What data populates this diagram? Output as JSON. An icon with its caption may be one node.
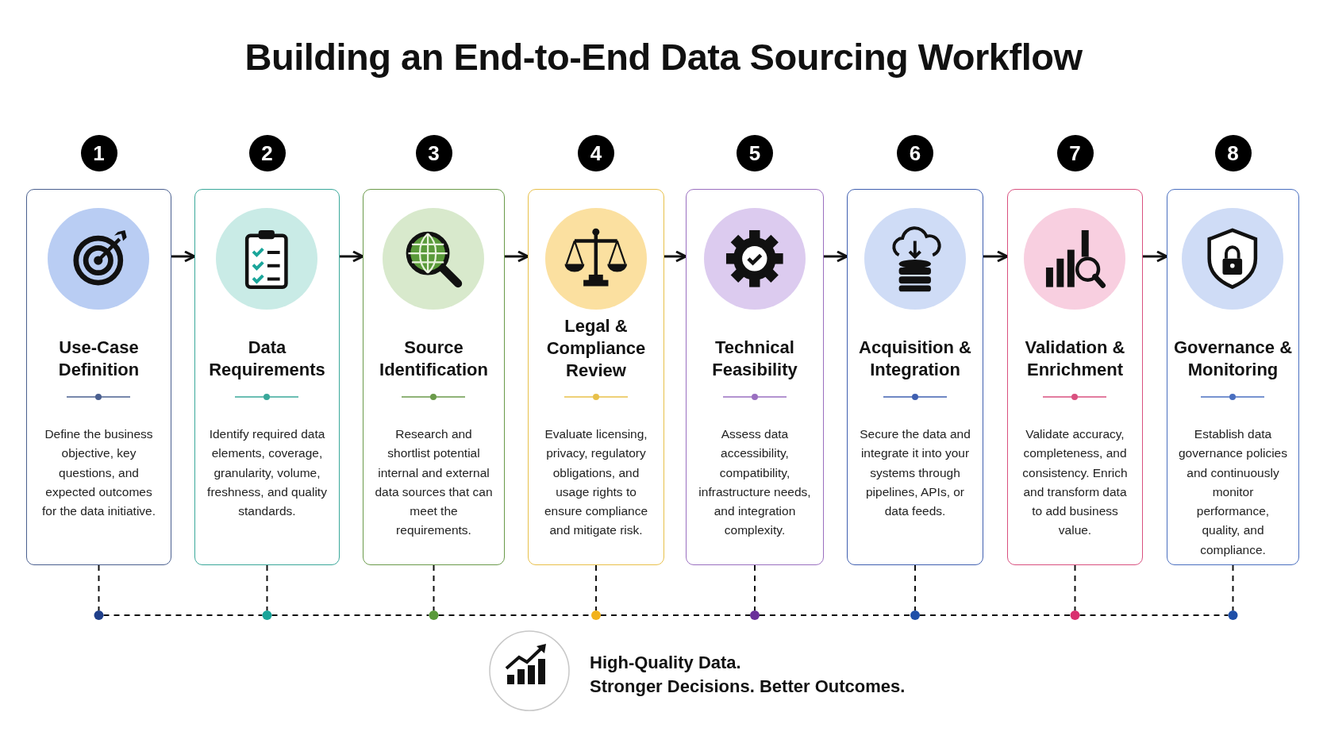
{
  "diagram": {
    "title": "Building an End-to-End Data Sourcing Workflow",
    "nodes": [
      {
        "text": [
          "Use-Case Definition",
          "Define the business objective, key questions, and expected outcomes for the data initiative."
        ],
        "beside": [
          "1"
        ]
      },
      {
        "text": [
          "Data Requirements",
          "Identify required data elements, coverage, granularity, volume, freshness, and quality standards."
        ],
        "beside": [
          "2"
        ]
      },
      {
        "text": [
          "Source Identification",
          "Research and shortlist potential internal and external data sources that can meet the requirements."
        ],
        "beside": [
          "3"
        ]
      },
      {
        "text": [
          "Legal & Compliance Review",
          "Evaluate licensing, privacy, regulatory obligations, and usage rights to ensure compliance and mitigate risk."
        ],
        "beside": [
          "4"
        ]
      },
      {
        "text": [
          "Technical Feasibility",
          "Assess data accessibility, compatibility, infrastructure needs, and integration complexity."
        ],
        "beside": [
          "5"
        ]
      },
      {
        "text": [
          "Acquisition & Integration",
          "Secure the data and integrate it into your systems through pipelines, APIs, or data feeds."
        ],
        "beside": [
          "6"
        ]
      },
      {
        "text": [
          "Validation & Enrichment",
          "Validate accuracy, completeness, and consistency. Enrich and transform data to add business value."
        ],
        "beside": [
          "7"
        ]
      },
      {
        "text": [
          "Governance & Monitoring",
          "Establish data governance policies and continuously monitor performance, quality, and compliance."
        ],
        "beside": [
          "8"
        ]
      },
      {
        "text": [],
        "shape": "circle"
      },
      {
        "text": [],
        "shape": "circle"
      },
      {
        "text": [],
        "shape": "circle"
      },
      {
        "text": [],
        "shape": "circle"
      },
      {
        "text": [],
        "shape": "circle"
      },
      {
        "text": [],
        "shape": "circle"
      },
      {
        "text": [],
        "shape": "circle"
      },
      {
        "text": [],
        "shape": "circle"
      }
    ],
    "edges": [
      {
        "from": 0,
        "to": 1,
        "arrow": "to"
      },
      {
        "from": 1,
        "to": 2,
        "arrow": "to"
      },
      {
        "from": 2,
        "to": 3,
        "arrow": "to"
      },
      {
        "from": 3,
        "to": 4,
        "arrow": "to"
      },
      {
        "from": 4,
        "to": 5,
        "arrow": "to"
      },
      {
        "from": 5,
        "to": 6,
        "arrow": "to"
      },
      {
        "from": 6,
        "to": 7,
        "arrow": "to"
      },
      {
        "from": 0,
        "to": 8,
        "arrow": "none",
        "style": "dashed"
      },
      {
        "from": 1,
        "to": 9,
        "arrow": "none",
        "style": "dashed"
      },
      {
        "from": 2,
        "to": 10,
        "arrow": "none",
        "style": "dashed"
      },
      {
        "from": 3,
        "to": 11,
        "arrow": "none",
        "style": "dashed"
      },
      {
        "from": 4,
        "to": 12,
        "arrow": "none",
        "style": "dashed"
      },
      {
        "from": 5,
        "to": 13,
        "arrow": "none",
        "style": "dashed"
      },
      {
        "from": 6,
        "to": 14,
        "arrow": "none",
        "style": "dashed"
      },
      {
        "from": 7,
        "to": 15,
        "arrow": "none",
        "style": "dashed"
      },
      {
        "from": 8,
        "to": 9,
        "arrow": "none",
        "style": "dashed"
      },
      {
        "from": 9,
        "to": 10,
        "arrow": "none",
        "style": "dashed"
      },
      {
        "from": 10,
        "to": 11,
        "arrow": "none",
        "style": "dashed"
      },
      {
        "from": 11,
        "to": 12,
        "arrow": "none",
        "style": "dashed"
      },
      {
        "from": 12,
        "to": 13,
        "arrow": "none",
        "style": "dashed"
      },
      {
        "from": 13,
        "to": 14,
        "arrow": "none",
        "style": "dashed"
      },
      {
        "from": 14,
        "to": 15,
        "arrow": "none",
        "style": "dashed"
      }
    ],
    "labels": [
      "High-Quality Data.",
      "Stronger Decisions. Better Outcomes."
    ]
  }
}
